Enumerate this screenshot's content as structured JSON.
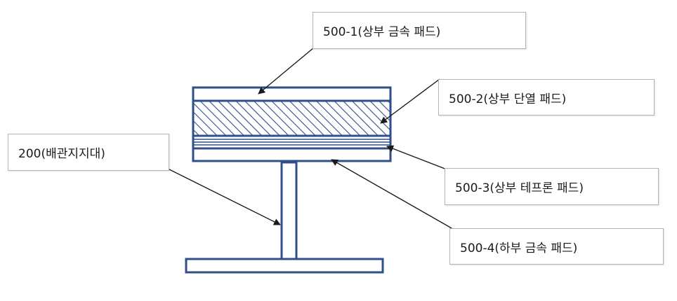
{
  "labels": {
    "top_metal_pad": "500-1(상부 금속 패드)",
    "top_insulation_pad": "500-2(상부 단열 패드)",
    "top_teflon_pad": "500-3(상부 테프론 패드)",
    "bottom_metal_pad": "500-4(하부 금속 패드)",
    "pipe_support": "200(배관지지대)"
  },
  "colors": {
    "outline": "#2e4f8c",
    "hatch": "#2e4f8c",
    "arrow": "#1a1a1a",
    "background": "#ffffff"
  }
}
